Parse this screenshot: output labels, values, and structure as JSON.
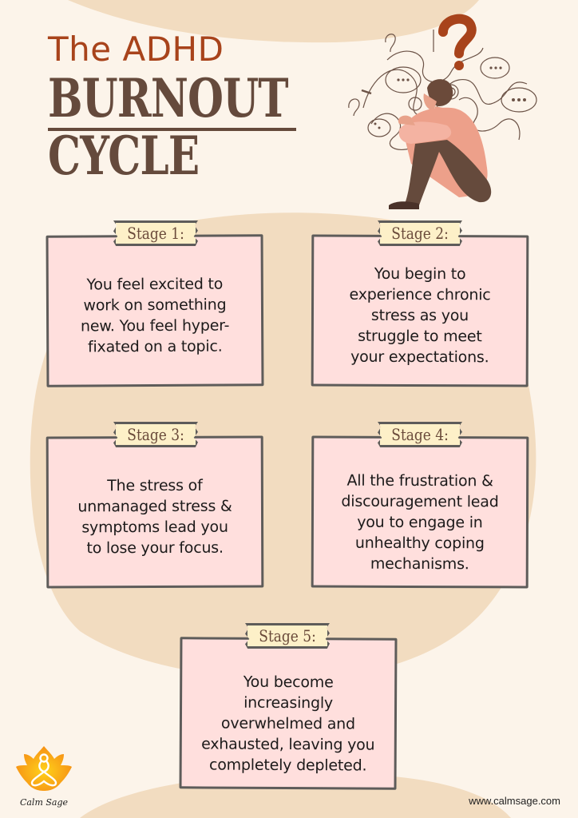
{
  "title": {
    "line1": "The ADHD",
    "line2": "BURNOUT",
    "line3": "CYCLE"
  },
  "colors": {
    "background": "#fcf4ea",
    "blob": "#f2dcc0",
    "title_accent": "#a8431b",
    "title_main": "#654a3c",
    "card_fill": "#ffdfdd",
    "card_border": "#5e5c5a",
    "tag_fill": "#fdf0c8",
    "logo_orange": "#f7a21b"
  },
  "illustration": {
    "description": "person sitting hugging knees with tangled thoughts and question mark",
    "icon": "question-mark-icon"
  },
  "stages": [
    {
      "label": "Stage 1:",
      "text": "You feel excited to\nwork on something\nnew. You feel hyper-\nfixated on a topic."
    },
    {
      "label": "Stage 2:",
      "text": "You begin to\nexperience chronic\nstress as you\nstruggle to meet\nyour expectations."
    },
    {
      "label": "Stage 3:",
      "text": "The stress of\nunmanaged stress &\nsymptoms lead you\nto lose your focus."
    },
    {
      "label": "Stage 4:",
      "text": "All the frustration &\ndiscouragement lead\nyou to engage in\nunhealthy coping\nmechanisms."
    },
    {
      "label": "Stage 5:",
      "text": "You become\nincreasingly\noverwhelmed and\nexhausted, leaving you\ncompletely depleted."
    }
  ],
  "footer": {
    "brand": "Calm Sage",
    "website": "www.calmsage.com"
  }
}
